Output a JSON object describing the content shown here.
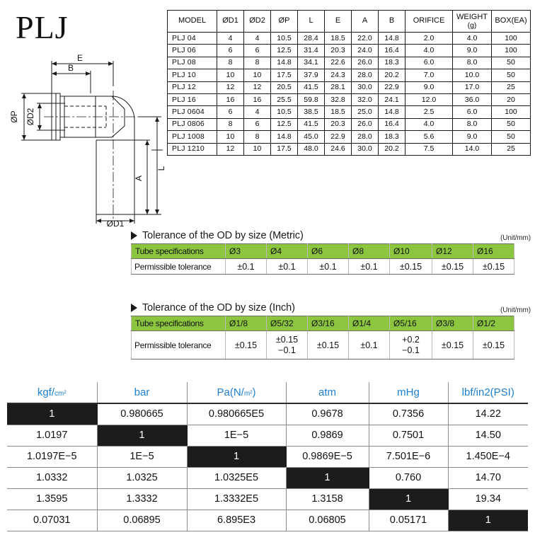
{
  "product": {
    "title": "PLJ"
  },
  "drawing": {
    "labels": {
      "e": "E",
      "b": "B",
      "p": "ØP",
      "d2": "ØD2",
      "d1": "ØD1",
      "a": "A",
      "l": "L"
    }
  },
  "spec_table": {
    "headers": [
      "MODEL",
      "ØD1",
      "ØD2",
      "ØP",
      "L",
      "E",
      "A",
      "B",
      "ORIFICE",
      "WEIGHT",
      "BOX(EA)"
    ],
    "weight_unit": "(g)",
    "rows": [
      [
        "PLJ  04",
        "4",
        "4",
        "10.5",
        "28.4",
        "18.5",
        "22.0",
        "14.8",
        "2.0",
        "4.0",
        "100"
      ],
      [
        "PLJ  06",
        "6",
        "6",
        "12.5",
        "31.4",
        "20.3",
        "24.0",
        "16.4",
        "4.0",
        "9.0",
        "100"
      ],
      [
        "PLJ  08",
        "8",
        "8",
        "14.8",
        "34.1",
        "22.6",
        "26.0",
        "18.3",
        "6.0",
        "8.0",
        "50"
      ],
      [
        "PLJ  10",
        "10",
        "10",
        "17.5",
        "37.9",
        "24.3",
        "28.0",
        "20.2",
        "7.0",
        "10.0",
        "50"
      ],
      [
        "PLJ  12",
        "12",
        "12",
        "20.5",
        "41.5",
        "28.1",
        "30.0",
        "22.9",
        "9.0",
        "17.0",
        "25"
      ],
      [
        "PLJ  16",
        "16",
        "16",
        "25.5",
        "59.8",
        "32.8",
        "32.0",
        "24.1",
        "12.0",
        "36.0",
        "20"
      ],
      [
        "PLJ  0604",
        "6",
        "4",
        "10.5",
        "38.5",
        "18.5",
        "25.0",
        "14.8",
        "2.5",
        "6.0",
        "100"
      ],
      [
        "PLJ  0806",
        "8",
        "6",
        "12.5",
        "41.5",
        "20.3",
        "26.0",
        "16.4",
        "4.0",
        "8.0",
        "50"
      ],
      [
        "PLJ  1008",
        "10",
        "8",
        "14.8",
        "45.0",
        "22.9",
        "28.0",
        "18.3",
        "5.6",
        "9.0",
        "50"
      ],
      [
        "PLJ  1210",
        "12",
        "10",
        "17.5",
        "48.0",
        "24.6",
        "30.0",
        "20.2",
        "7.5",
        "14.0",
        "25"
      ]
    ]
  },
  "tolerance_metric": {
    "heading": "Tolerance of the OD by size (Metric)",
    "unit_note": "(Unit/mm)",
    "row_labels": [
      "Tube specifications",
      "Permissible tolerance"
    ],
    "sizes": [
      "Ø3",
      "Ø4",
      "Ø6",
      "Ø8",
      "Ø10",
      "Ø12",
      "Ø16"
    ],
    "tolerances": [
      "±0.1",
      "±0.1",
      "±0.1",
      "±0.1",
      "±0.15",
      "±0.15",
      "±0.15"
    ]
  },
  "tolerance_inch": {
    "heading": "Tolerance of the OD by size (Inch)",
    "unit_note": "(Unit/mm)",
    "row_labels": [
      "Tube specifications",
      "Permissible tolerance"
    ],
    "sizes": [
      "Ø1/8",
      "Ø5/32",
      "Ø3/16",
      "Ø1/4",
      "Ø5/16",
      "Ø3/8",
      "Ø1/2"
    ],
    "tolerances": [
      {
        "line1": "±0.15",
        "line2": ""
      },
      {
        "line1": "±0.15",
        "line2": "−0.1"
      },
      {
        "line1": "±0.15",
        "line2": ""
      },
      {
        "line1": "±0.1",
        "line2": ""
      },
      {
        "line1": "+0.2",
        "line2": "−0.1"
      },
      {
        "line1": "±0.15",
        "line2": ""
      },
      {
        "line1": "±0.15",
        "line2": ""
      }
    ]
  },
  "conversion_table": {
    "headers": [
      "kgf/",
      "bar",
      "Pa(N/",
      "atm",
      "mHg",
      "lbf/in2(PSI)"
    ],
    "header_sub_1": "cm²",
    "header_sub_3": "m²",
    "header_3_tail": ")",
    "rows": [
      [
        "1",
        "0.980665",
        "0.980665E5",
        "0.9678",
        "0.7356",
        "14.22"
      ],
      [
        "1.0197",
        "1",
        "1E−5",
        "0.9869",
        "0.7501",
        "14.50"
      ],
      [
        "1.0197E−5",
        "1E−5",
        "1",
        "0.9869E−5",
        "7.501E−6",
        "1.450E−4"
      ],
      [
        "1.0332",
        "1.0325",
        "1.0325E5",
        "1",
        "0.760",
        "14.70"
      ],
      [
        "1.3595",
        "1.3332",
        "1.3332E5",
        "1.3158",
        "1",
        "19.34"
      ],
      [
        "0.07031",
        "0.06895",
        "6.895E3",
        "0.06805",
        "0.05171",
        "1"
      ]
    ],
    "highlight_diagonal": true
  },
  "colors": {
    "header_green": "#8CC63E",
    "header_blue": "#1C7FD0",
    "highlight_black": "#1C1C1C"
  }
}
